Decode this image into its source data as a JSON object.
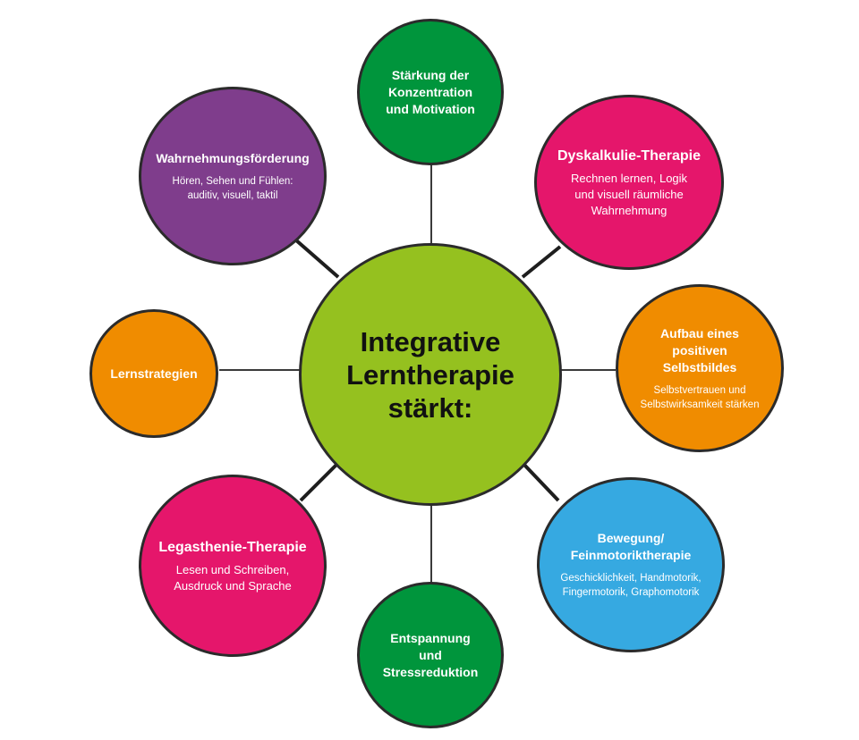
{
  "center": {
    "title": "Integrative Lerntherapie stärkt:",
    "color": "#95c11f"
  },
  "nodes": {
    "konzentration": {
      "title": "Stärkung der Konzentration und Motivation",
      "subtitle": "",
      "color": "#00953c"
    },
    "dyskalkulie": {
      "title": "Dyskalkulie-Therapie",
      "subtitle": "Rechnen lernen, Logik und visuell räumliche Wahrnehmung",
      "color": "#e5166b"
    },
    "selbstbild": {
      "title": "Aufbau eines positiven Selbstbildes",
      "subtitle": "Selbstvertrauen und Selbstwirksamkeit stärken",
      "color": "#f08c00"
    },
    "bewegung": {
      "title": "Bewegung/ Feinmotoriktherapie",
      "subtitle": "Geschicklichkeit, Handmotorik, Fingermotorik, Graphomotorik",
      "color": "#36a9e1"
    },
    "entspannung": {
      "title": "Entspannung und Stressreduktion",
      "subtitle": "",
      "color": "#00953c"
    },
    "legasthenie": {
      "title": "Legasthenie-Therapie",
      "subtitle": "Lesen und Schreiben, Ausdruck und Sprache",
      "color": "#e5166b"
    },
    "lernstrategien": {
      "title": "Lernstrategien",
      "subtitle": "",
      "color": "#f08c00"
    },
    "wahrnehmung": {
      "title": "Wahrnehmungsförderung",
      "subtitle": "Hören, Sehen und Fühlen: auditiv, visuell, taktil",
      "color": "#7f3d8c"
    }
  }
}
